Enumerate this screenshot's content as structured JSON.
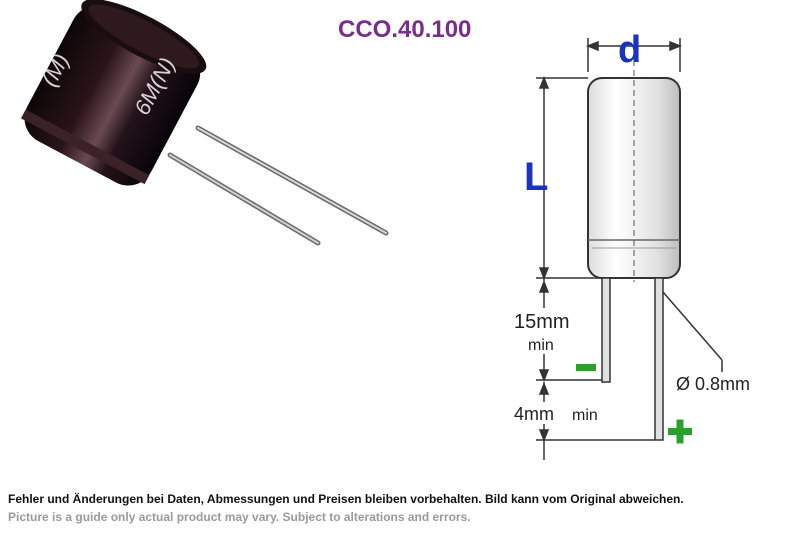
{
  "product_code": "CCO.40.100",
  "photo": {
    "sleeve_marking": "6M(N)",
    "top_marking": "(M)"
  },
  "drawing": {
    "label_d": "d",
    "label_L": "L",
    "lead_length_value": "15mm",
    "lead_length_min": "min",
    "lead_diff_value": "4mm",
    "lead_diff_min": "min",
    "lead_diameter": "Ø 0.8mm",
    "minus_sign": "-",
    "plus_sign": "+",
    "colors": {
      "label_blue": "#1a33c2",
      "polarity_green": "#2ca02c",
      "dimension_lines": "#333333"
    }
  },
  "footer": {
    "german": "Fehler und Änderungen bei Daten, Abmessungen und Preisen bleiben vorbehalten. Bild kann vom Original abweichen.",
    "english": "Picture is a guide only actual product may vary. Subject to alterations and errors."
  }
}
